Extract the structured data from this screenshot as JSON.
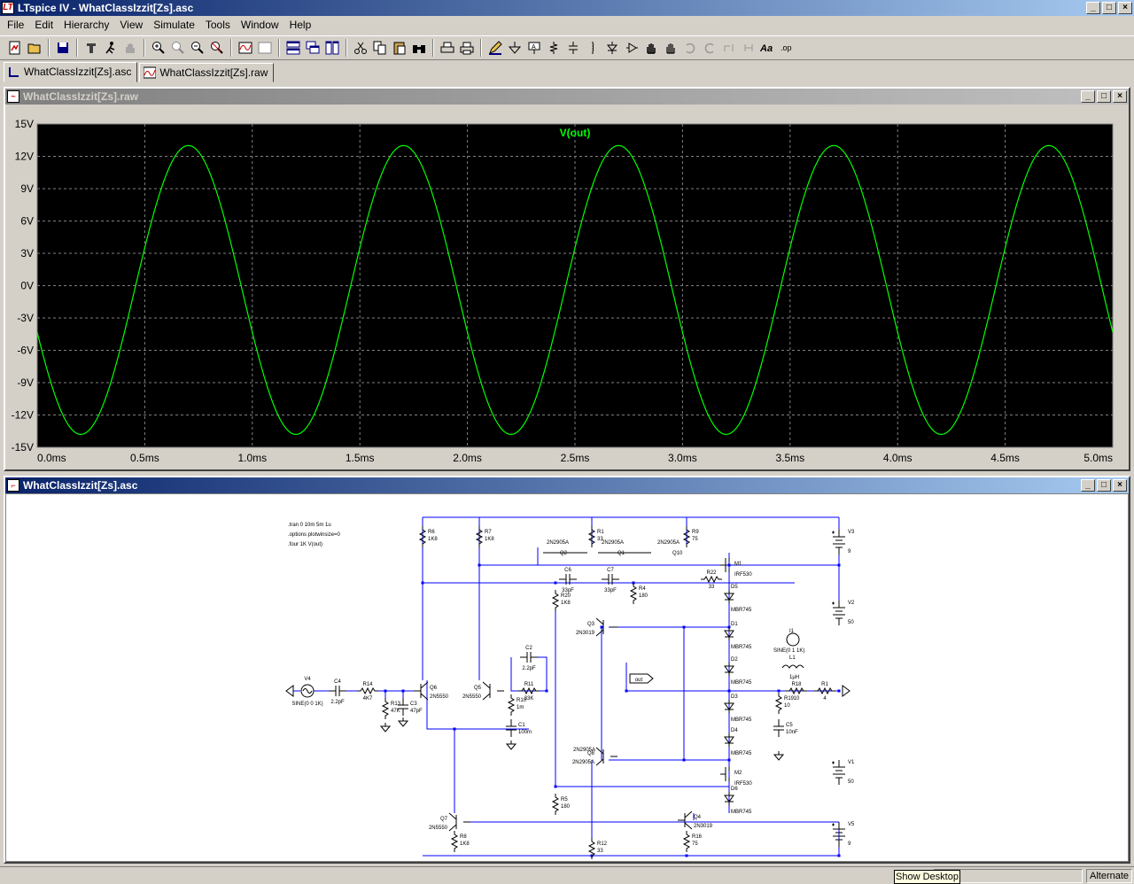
{
  "window": {
    "title": "LTspice IV - WhatClassIzzit[Zs].asc",
    "app_icon": "ltspice-icon"
  },
  "menu": [
    "File",
    "Edit",
    "Hierarchy",
    "View",
    "Simulate",
    "Tools",
    "Window",
    "Help"
  ],
  "tabs": [
    {
      "label": "WhatClassIzzit[Zs].asc",
      "icon": "schematic-icon"
    },
    {
      "label": "WhatClassIzzit[Zs].raw",
      "icon": "waveform-icon"
    }
  ],
  "plot_window": {
    "title": "WhatClassIzzit[Zs].raw"
  },
  "schematic_window": {
    "title": "WhatClassIzzit[Zs].asc"
  },
  "chart_data": {
    "type": "line",
    "title": "V(out)",
    "xlabel": "",
    "ylabel": "",
    "x_ticks": [
      "0.0ms",
      "0.5ms",
      "1.0ms",
      "1.5ms",
      "2.0ms",
      "2.5ms",
      "3.0ms",
      "3.5ms",
      "4.0ms",
      "4.5ms",
      "5.0ms"
    ],
    "y_ticks": [
      "15V",
      "12V",
      "9V",
      "6V",
      "3V",
      "0V",
      "-3V",
      "-6V",
      "-9V",
      "-12V",
      "-15V"
    ],
    "xlim": [
      0,
      5
    ],
    "ylim": [
      -15,
      15
    ],
    "grid": true,
    "series": [
      {
        "name": "V(out)",
        "color": "#00ff00",
        "frequency_khz": 1,
        "offset_v": -0.4,
        "amplitude_v": 13.4,
        "phase_deg": 197
      }
    ],
    "background": "#000000"
  },
  "schematic": {
    "directives": [
      ".tran 0 10m 5m 1u",
      ".options plotwinsize=0",
      ".four 1K V(out)"
    ],
    "labels": {
      "R6": "R6",
      "R6v": "1K8",
      "R7": "R7",
      "R7v": "1K8",
      "R1": "R1",
      "R1v": "33",
      "R9": "R9",
      "R9v": "75",
      "V3": "V3",
      "V3v": "9",
      "V2": "V2",
      "V2v": "50",
      "V1": "V1",
      "V1v": "50",
      "V5": "V5",
      "V5v": "9",
      "Q2m": "2N2905A",
      "Q2": "Q2",
      "Q1m": "2N2905A",
      "Q1": "Q1",
      "Q10m": "2N2905A",
      "Q10": "Q10",
      "C6": "C6",
      "C6v": "33pF",
      "C7": "C7",
      "C7v": "33pF",
      "R22": "R22",
      "R22v": "33",
      "M1": "M1",
      "M1m": "IRF530",
      "D5": "D5",
      "D5m": "MBR745",
      "R20": "R20",
      "R20v": "1K8",
      "R4": "R4",
      "R4v": "180",
      "Q3": "Q3",
      "Q3m": "2N3019",
      "D1": "D1",
      "D1m": "MBR745",
      "I1": "I1",
      "I1v": "SINE(0 1 1K)",
      "L1": "L1",
      "L1v": "1µH",
      "D2": "D2",
      "D2m": "MBR745",
      "C2": "C2",
      "C2v": "2.2pF",
      "out": "out",
      "V4": "V4",
      "V4v": "SINE(0 0 1K)",
      "C4": "C4",
      "C4v": "2.2pF",
      "R14": "R14",
      "R14v": "4K7",
      "Q6": "Q6",
      "Q6m": "2N5550",
      "Q5": "Q5",
      "Q5m": "2N5550",
      "R11": "R11",
      "R11v": "33K",
      "R18": "R18",
      "R18v": "10",
      "R1l": "R1",
      "R1lv": "4",
      "D3": "D3",
      "D3m": "MBR745",
      "R19": "R19",
      "R19v": "10",
      "R13": "R13",
      "R13v": "47K",
      "C3": "C3",
      "C3v": "47pF",
      "R10": "R10",
      "R10v": "1m",
      "C5": "C5",
      "C5v": "10nF",
      "C1": "C1",
      "C1v": "100m",
      "D4": "D4",
      "D4m": "MBR745",
      "Q8m": "2N2905A",
      "Q8": "Q8",
      "M2": "M2",
      "M2m": "IRF530",
      "D6": "D6",
      "D6m": "MBR745",
      "R5": "R5",
      "R5v": "180",
      "Q7": "Q7",
      "Q7m": "2N5550",
      "Q4": "Q4",
      "Q4m": "2N3019",
      "D6b": "MBR745",
      "R8": "R8",
      "R8v": "1K8",
      "R12": "R12",
      "R12v": "33",
      "R16": "R16",
      "R16v": "75"
    }
  },
  "status": {
    "mode": "Alternate",
    "tooltip": "Show Desktop"
  },
  "colors": {
    "wire": "#0000ff",
    "component": "#000000",
    "trace": "#00ff00",
    "title_active": "#0a246a"
  }
}
